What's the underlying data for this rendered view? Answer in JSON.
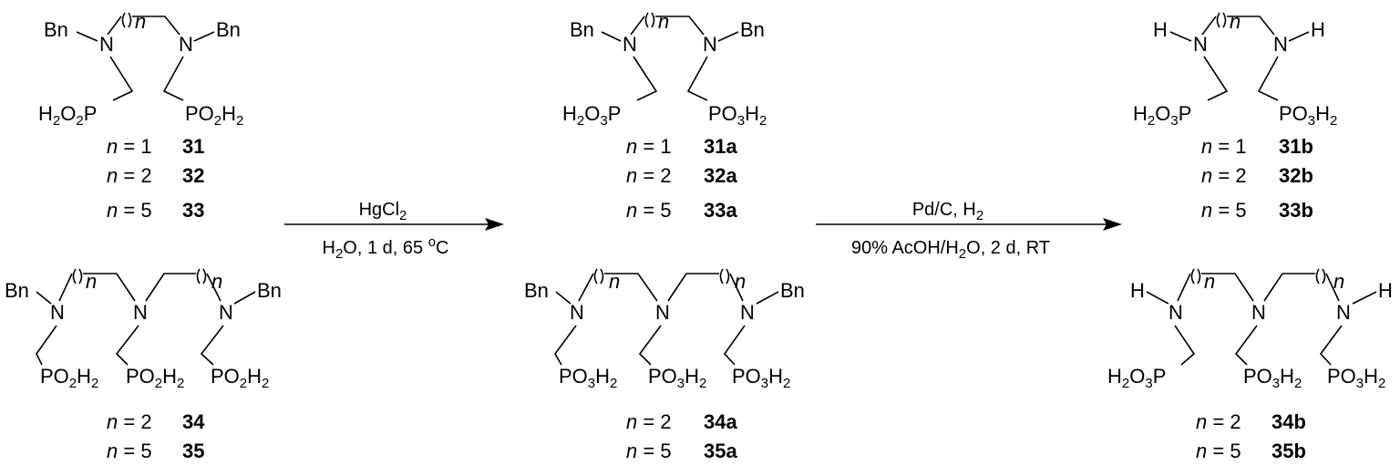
{
  "labels": {
    "bn": "Bn",
    "n_atom": "N",
    "h_atom": "H",
    "n_sub": "n",
    "po2h2": {
      "p": "PO",
      "s1": "2",
      "h": "H",
      "s2": "2"
    },
    "h2o2p": {
      "h": "H",
      "s1": "2",
      "o": "O",
      "s2": "2",
      "p": "P"
    },
    "po3h2": {
      "p": "PO",
      "s1": "3",
      "h": "H",
      "s2": "2"
    },
    "h2o3p": {
      "h": "H",
      "s1": "2",
      "o": "O",
      "s2": "3",
      "p": "P"
    }
  },
  "reactions": [
    {
      "reagent_top": {
        "text": "HgCl",
        "sub": "2"
      },
      "conditions_bottom": {
        "pre": "H",
        "s1": "2",
        "mid": "O, 1 d, 65 ",
        "sup": "o",
        "post": "C"
      }
    },
    {
      "reagent_top": {
        "text": "Pd/C, H",
        "sub": "2"
      },
      "conditions_bottom": {
        "pre": "90% AcOH/H",
        "s1": "2",
        "post": "O, 2 d, RT"
      }
    }
  ],
  "compounds": {
    "col1_top": [
      {
        "n": "1",
        "id": "31"
      },
      {
        "n": "2",
        "id": "32"
      },
      {
        "n": "5",
        "id": "33"
      }
    ],
    "col1_bottom": [
      {
        "n": "2",
        "id": "34"
      },
      {
        "n": "5",
        "id": "35"
      }
    ],
    "col2_top": [
      {
        "n": "1",
        "id": "31a"
      },
      {
        "n": "2",
        "id": "32a"
      },
      {
        "n": "5",
        "id": "33a"
      }
    ],
    "col2_bottom": [
      {
        "n": "2",
        "id": "34a"
      },
      {
        "n": "5",
        "id": "35a"
      }
    ],
    "col3_top": [
      {
        "n": "1",
        "id": "31b"
      },
      {
        "n": "2",
        "id": "32b"
      },
      {
        "n": "5",
        "id": "33b"
      }
    ],
    "col3_bottom": [
      {
        "n": "2",
        "id": "34b"
      },
      {
        "n": "5",
        "id": "35b"
      }
    ]
  },
  "n_prefix": "n",
  "equals": " = "
}
